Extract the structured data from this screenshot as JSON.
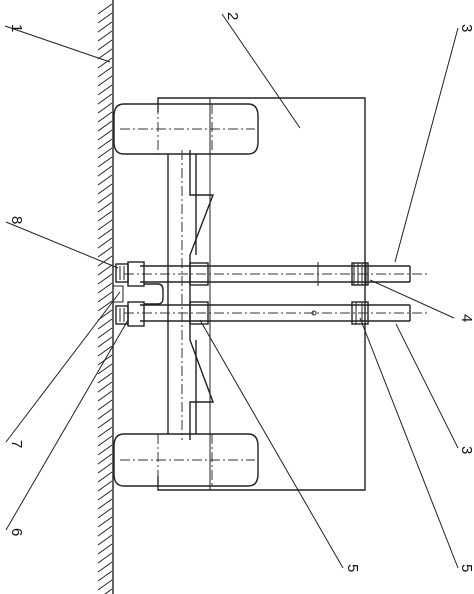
{
  "figure": {
    "labels": [
      {
        "id": "wall",
        "text": "1"
      },
      {
        "id": "frame",
        "text": "2"
      },
      {
        "id": "rod-upper",
        "text": "3"
      },
      {
        "id": "nut-upper",
        "text": "4"
      },
      {
        "id": "rod-lower",
        "text": "3"
      },
      {
        "id": "sleeve-right",
        "text": "5"
      },
      {
        "id": "sleeve-bottom",
        "text": "5"
      },
      {
        "id": "washer",
        "text": "6"
      },
      {
        "id": "bracket",
        "text": "7"
      },
      {
        "id": "bolt-head",
        "text": "8"
      }
    ]
  }
}
